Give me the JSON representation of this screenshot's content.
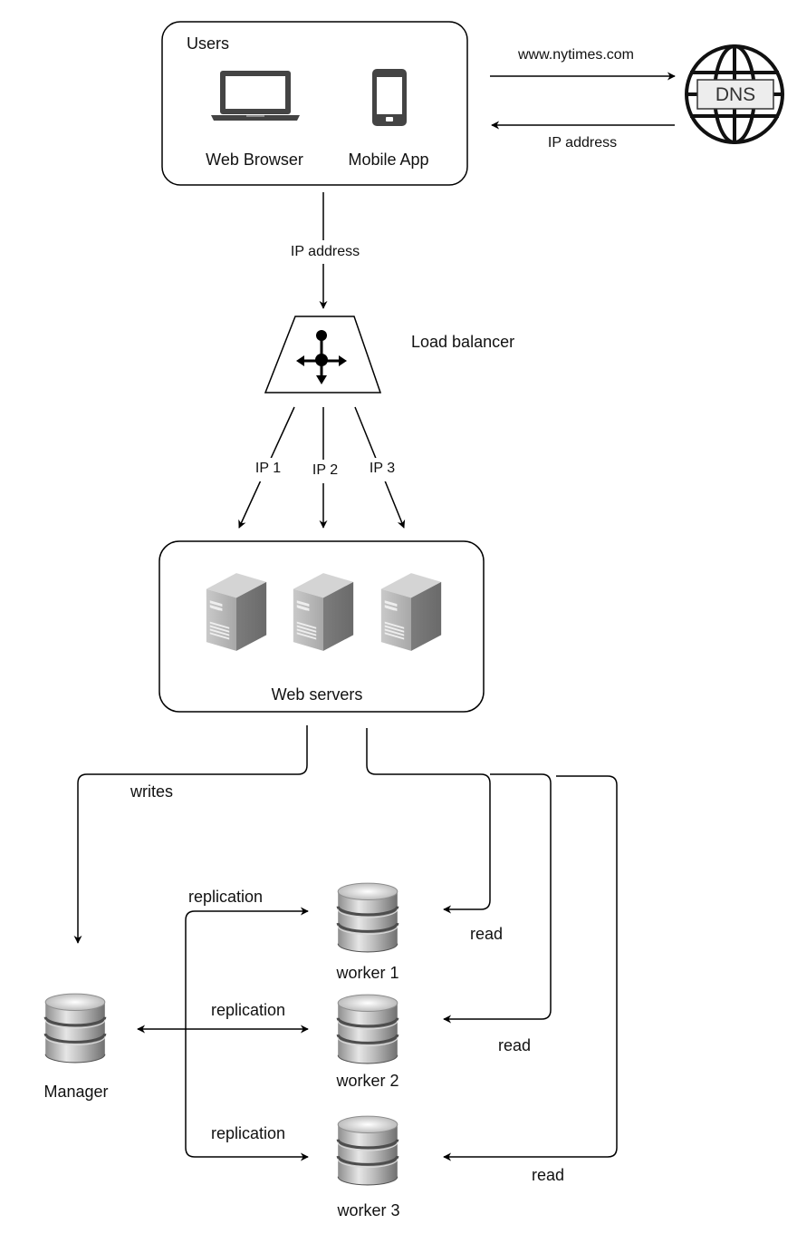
{
  "users": {
    "title": "Users",
    "web_browser": "Web Browser",
    "mobile_app": "Mobile App"
  },
  "dns": {
    "label": "DNS",
    "request_label": "www.nytimes.com",
    "response_label": "IP address"
  },
  "client_to_lb_label": "IP address",
  "load_balancer": {
    "label": "Load balancer"
  },
  "ip_routes": [
    "IP 1",
    "IP 2",
    "IP 3"
  ],
  "web_servers": {
    "label": "Web servers"
  },
  "writes_label": "writes",
  "manager": {
    "label": "Manager"
  },
  "workers": [
    {
      "label": "worker 1",
      "replication_label": "replication",
      "read_label": "read"
    },
    {
      "label": "worker 2",
      "replication_label": "replication",
      "read_label": "read"
    },
    {
      "label": "worker 3",
      "replication_label": "replication",
      "read_label": "read"
    }
  ],
  "colors": {
    "stroke": "#000000",
    "server_gray": "#8a8a8a",
    "db_silver": "#b8b8b8"
  }
}
